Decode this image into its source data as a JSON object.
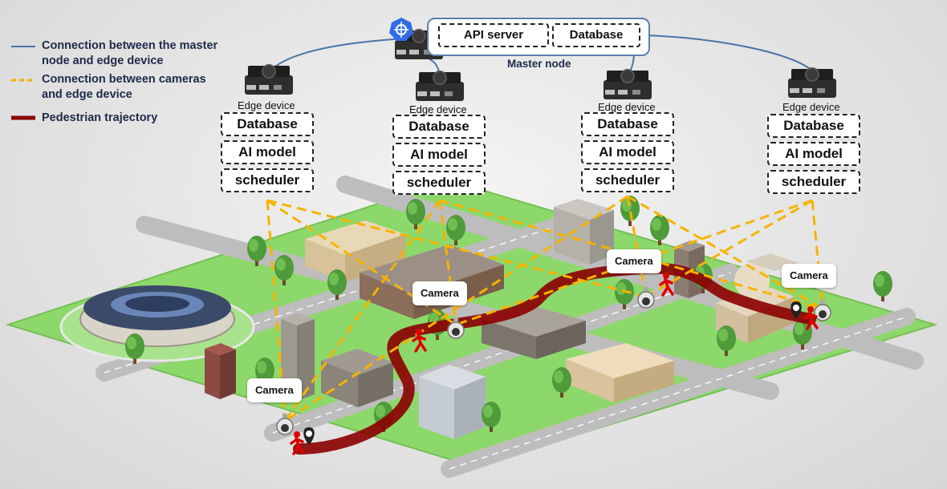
{
  "legend": {
    "master_edge": "Connection between the master node and edge device",
    "camera_edge": "Connection between cameras and edge device",
    "trajectory": "Pedestrian trajectory"
  },
  "master": {
    "label": "Master node",
    "api_server": "API server",
    "database": "Database"
  },
  "edge_devices": [
    {
      "label": "Edge device",
      "components": [
        "Database",
        "AI model",
        "scheduler"
      ]
    },
    {
      "label": "Edge device",
      "components": [
        "Database",
        "AI model",
        "scheduler"
      ]
    },
    {
      "label": "Edge device",
      "components": [
        "Database",
        "AI model",
        "scheduler"
      ]
    },
    {
      "label": "Edge device",
      "components": [
        "Database",
        "AI model",
        "scheduler"
      ]
    }
  ],
  "camera_labels": [
    "Camera",
    "Camera",
    "Camera",
    "Camera"
  ],
  "colors": {
    "master_edge_line": "#4a72a8",
    "camera_edge_line": "#f5b400",
    "trajectory": "#8b0000",
    "ground": "#8dd86a",
    "road": "#bdbdbd"
  },
  "icons": [
    "kubernetes-icon",
    "edge-device-icon",
    "camera-icon",
    "pedestrian-icon",
    "location-pin-icon",
    "stadium-icon",
    "building-icon",
    "tree-icon"
  ]
}
